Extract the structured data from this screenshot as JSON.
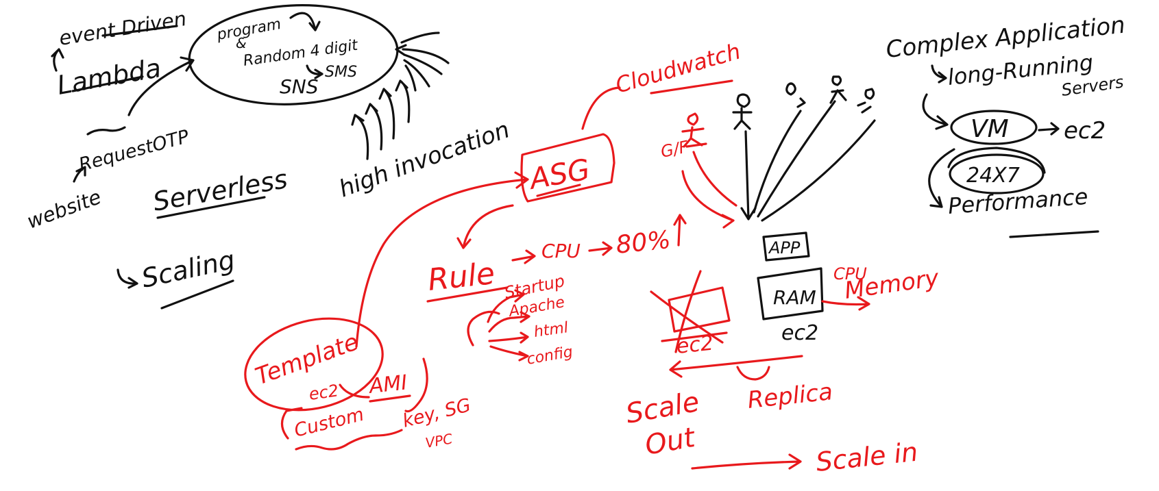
{
  "colors": {
    "black_ink": "#111111",
    "red_ink": "#e8191c",
    "background": "#ffffff"
  },
  "serverless_section": {
    "event_driven": "event Driven",
    "lambda": "Lambda",
    "request_otp": "RequestOTP",
    "website": "website",
    "serverless": "Serverless",
    "scaling": "Scaling",
    "program": "program",
    "and": "&",
    "random_digit": "Random 4 digit",
    "sms_arrow": "SMS",
    "sns": "SNS",
    "high_invocation": "high invocation"
  },
  "asg_section": {
    "cloudwatch": "Cloudwatch",
    "asg": "ASG",
    "rule": "Rule",
    "cpu": "CPU",
    "cpu_threshold": "80%",
    "startup": "Startup",
    "apache": "Apache",
    "html": "html",
    "config": "config",
    "template": "Template",
    "template_ec2": "ec2",
    "ami": "AMI",
    "custom": "Custom",
    "key_sg": "key, SG",
    "vpc": "VPC"
  },
  "ec2_section": {
    "g_f": "G/F",
    "app": "APP",
    "ram": "RAM",
    "ec2": "ec2",
    "cpu": "CPU",
    "memory": "Memory",
    "crossed_ec2": "ec2",
    "replica": "Replica",
    "scale": "Scale",
    "out": "Out",
    "scale_in": "Scale in"
  },
  "complex_section": {
    "complex_application": "Complex Application",
    "long_running_servers_1": "long-Running",
    "long_running_servers_2": "Servers",
    "vm": "VM",
    "ec2": "ec2",
    "always_on": "24X7",
    "performance": "Performance"
  }
}
